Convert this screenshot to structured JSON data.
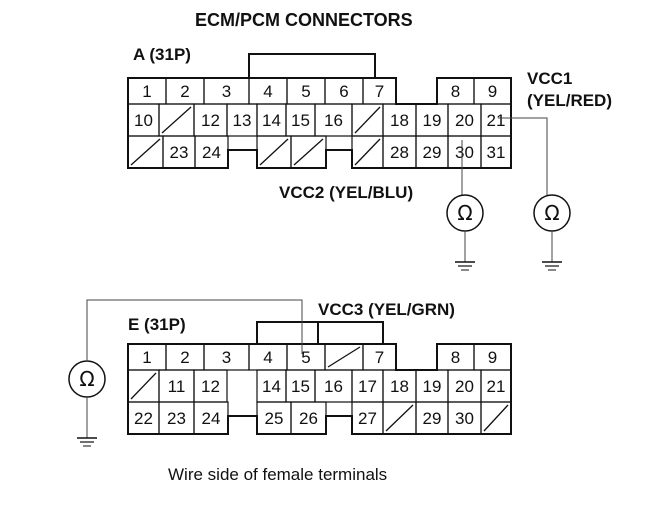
{
  "title": "ECM/PCM CONNECTORS",
  "caption": "Wire side of female terminals",
  "connector_a": {
    "name": "A (31P)",
    "rows": [
      [
        "1",
        "2",
        "3",
        "4",
        "5",
        "6",
        "7",
        "",
        "",
        "8",
        "9"
      ],
      [
        "10",
        "/",
        "12",
        "13",
        "14",
        "15",
        "16",
        "/",
        "18",
        "19",
        "20",
        "21"
      ],
      [
        "/",
        "23",
        "24",
        "",
        "/",
        "/",
        "",
        "/",
        "28",
        "29",
        "30",
        "31"
      ]
    ]
  },
  "connector_e": {
    "name": "E (31P)",
    "rows": [
      [
        "1",
        "2",
        "3",
        "4",
        "5",
        "/",
        "7",
        "",
        "8",
        "9"
      ],
      [
        "/",
        "11",
        "12",
        "",
        "14",
        "15",
        "16",
        "17",
        "18",
        "19",
        "20",
        "21"
      ],
      [
        "22",
        "23",
        "24",
        "",
        "25",
        "26",
        "",
        "27",
        "/",
        "29",
        "30",
        "/"
      ]
    ]
  },
  "labels": {
    "vcc1_line1": "VCC1",
    "vcc1_line2": "(YEL/RED)",
    "vcc2": "VCC2 (YEL/BLU)",
    "vcc3": "VCC3 (YEL/GRN)"
  },
  "symbols": {
    "ohm": "Ω"
  }
}
